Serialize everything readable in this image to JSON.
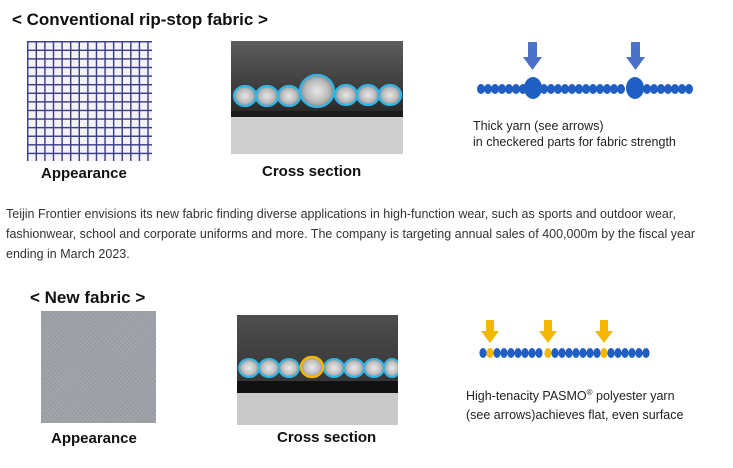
{
  "conventional": {
    "title": "< Conventional  rip-stop  fabric >",
    "appearance_caption": "Appearance",
    "cross_section_caption": "Cross section",
    "note_line1": "Thick yarn (see arrows)",
    "note_line2": "in checkered parts for fabric strength"
  },
  "paragraph": "Teijin Frontier envisions its new fabric finding diverse applications in high-function wear, such as sports and outdoor wear, fashionwear, school and corporate uniforms and more. The company is targeting annual sales of 400,000m by the fiscal year ending in March 2023.",
  "new_fabric": {
    "title": "< New fabric >",
    "appearance_caption": "Appearance",
    "cross_section_caption": "Cross section",
    "note_line1_pre": "High-tenacity PASMO",
    "note_line1_sup": "®",
    "note_line1_post": " polyester yarn",
    "note_line2": "(see arrows)achieves flat, even surface"
  },
  "colors": {
    "yarn_blue": "#1f5fc4",
    "arrow_blue": "#4a72c8",
    "highlight_yellow": "#f5b800",
    "circle_cyan": "#2fb6e8"
  }
}
